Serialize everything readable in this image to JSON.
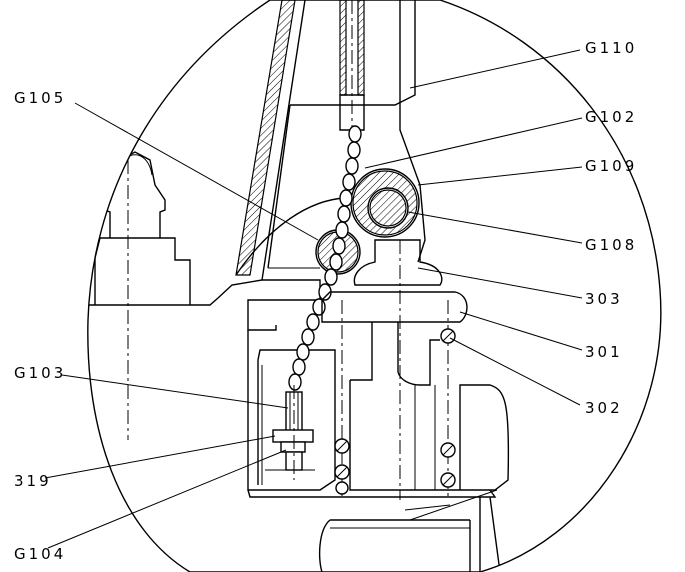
{
  "labels": {
    "g110": "G110",
    "g105": "G105",
    "g102": "G102",
    "g109": "G109",
    "g108": "G108",
    "p303": "303",
    "p301": "301",
    "g103": "G103",
    "p302": "302",
    "p319": "319",
    "g104": "G104"
  }
}
